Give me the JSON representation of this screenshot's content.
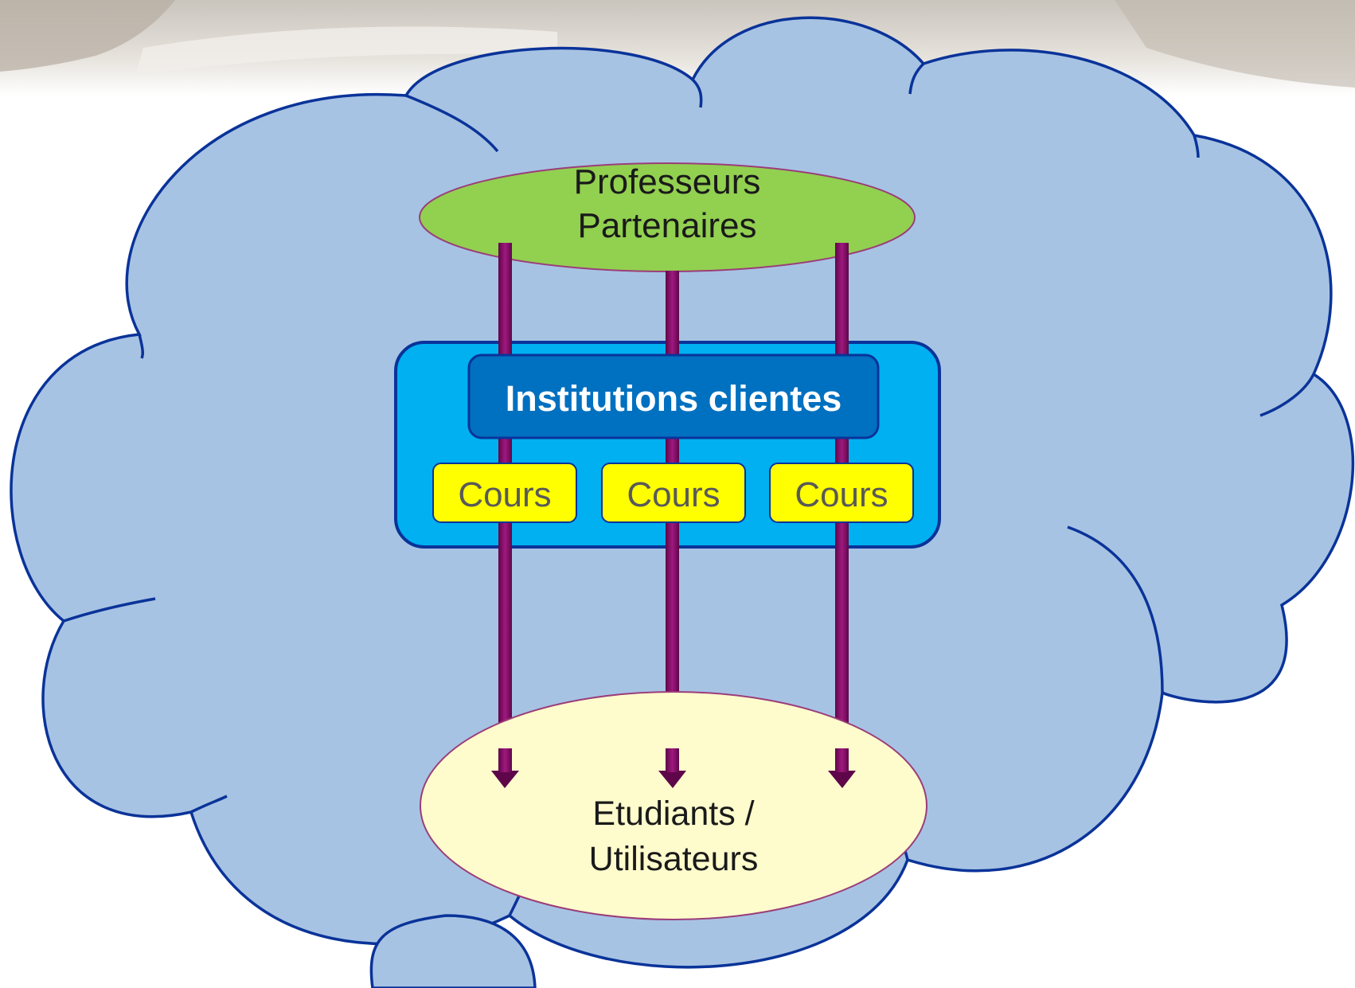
{
  "diagram": {
    "top_node": {
      "line1": "Professeurs",
      "line2": "Partenaires"
    },
    "institution": {
      "label": "Institutions clientes"
    },
    "courses": [
      {
        "label": "Cours"
      },
      {
        "label": "Cours"
      },
      {
        "label": "Cours"
      }
    ],
    "bottom_node": {
      "line1": "Etudiants /",
      "line2": "Utilisateurs"
    }
  },
  "colors": {
    "cloud_fill": "#a7c3e3",
    "cloud_stroke": "#0a3399",
    "top_node_fill": "#92d050",
    "top_node_stroke": "#9b3d7a",
    "institution_fill": "#00b0f0",
    "institution_header_fill": "#0070c0",
    "course_fill": "#ffff00",
    "course_text": "#595959",
    "bottom_node_fill": "#fefccc",
    "arrow": "#8b0a6e"
  }
}
